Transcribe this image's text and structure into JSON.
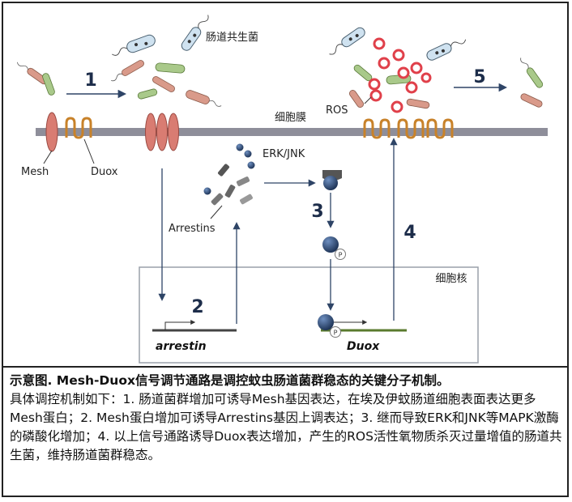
{
  "labels": {
    "gut_bacteria": "肠道共生菌",
    "step1": "1",
    "step2": "2",
    "step3": "3",
    "step4": "4",
    "step5": "5",
    "membrane": "细胞膜",
    "mesh": "Mesh",
    "duox": "Duox",
    "erk_jnk": "ERK/JNK",
    "arrestins": "Arrestins",
    "ros": "ROS",
    "nucleus": "细胞核",
    "gene_arrestin": "arrestin",
    "gene_duox": "Duox",
    "phospho": "P"
  },
  "caption": {
    "title": "示意图. Mesh-Duox信号调节通路是调控蚊虫肠道菌群稳态的关键分子机制。",
    "body": "具体调控机制如下：1. 肠道菌群增加可诱导Mesh基因表达，在埃及伊蚊肠道细胞表面表达更多Mesh蛋白；2. Mesh蛋白增加可诱导Arrestins基因上调表达；3. 继而导致ERK和JNK等MAPK激酶的磷酸化增加；4. 以上信号通路诱导Duox表达增加，产生的ROS活性氧物质杀灭过量增值的肠道共生菌，维持肠道菌群稳态。"
  },
  "colors": {
    "membrane": "#8e8e9a",
    "mesh": "#d97c72",
    "duox": "#c8822a",
    "arrow": "#2e4466",
    "erk_ball": "#2f4f7f",
    "ros": "#e0404a",
    "gene_line_arrestin": "#444444",
    "gene_line_duox": "#5a7a2e",
    "nucleus_border": "#9aa0aa"
  },
  "icons": [
    "bacteria-icon",
    "mesh-receptor-icon",
    "duox-enzyme-icon",
    "kinase-ball-icon",
    "arrestin-icon",
    "ros-ring-icon",
    "phosphate-icon"
  ]
}
